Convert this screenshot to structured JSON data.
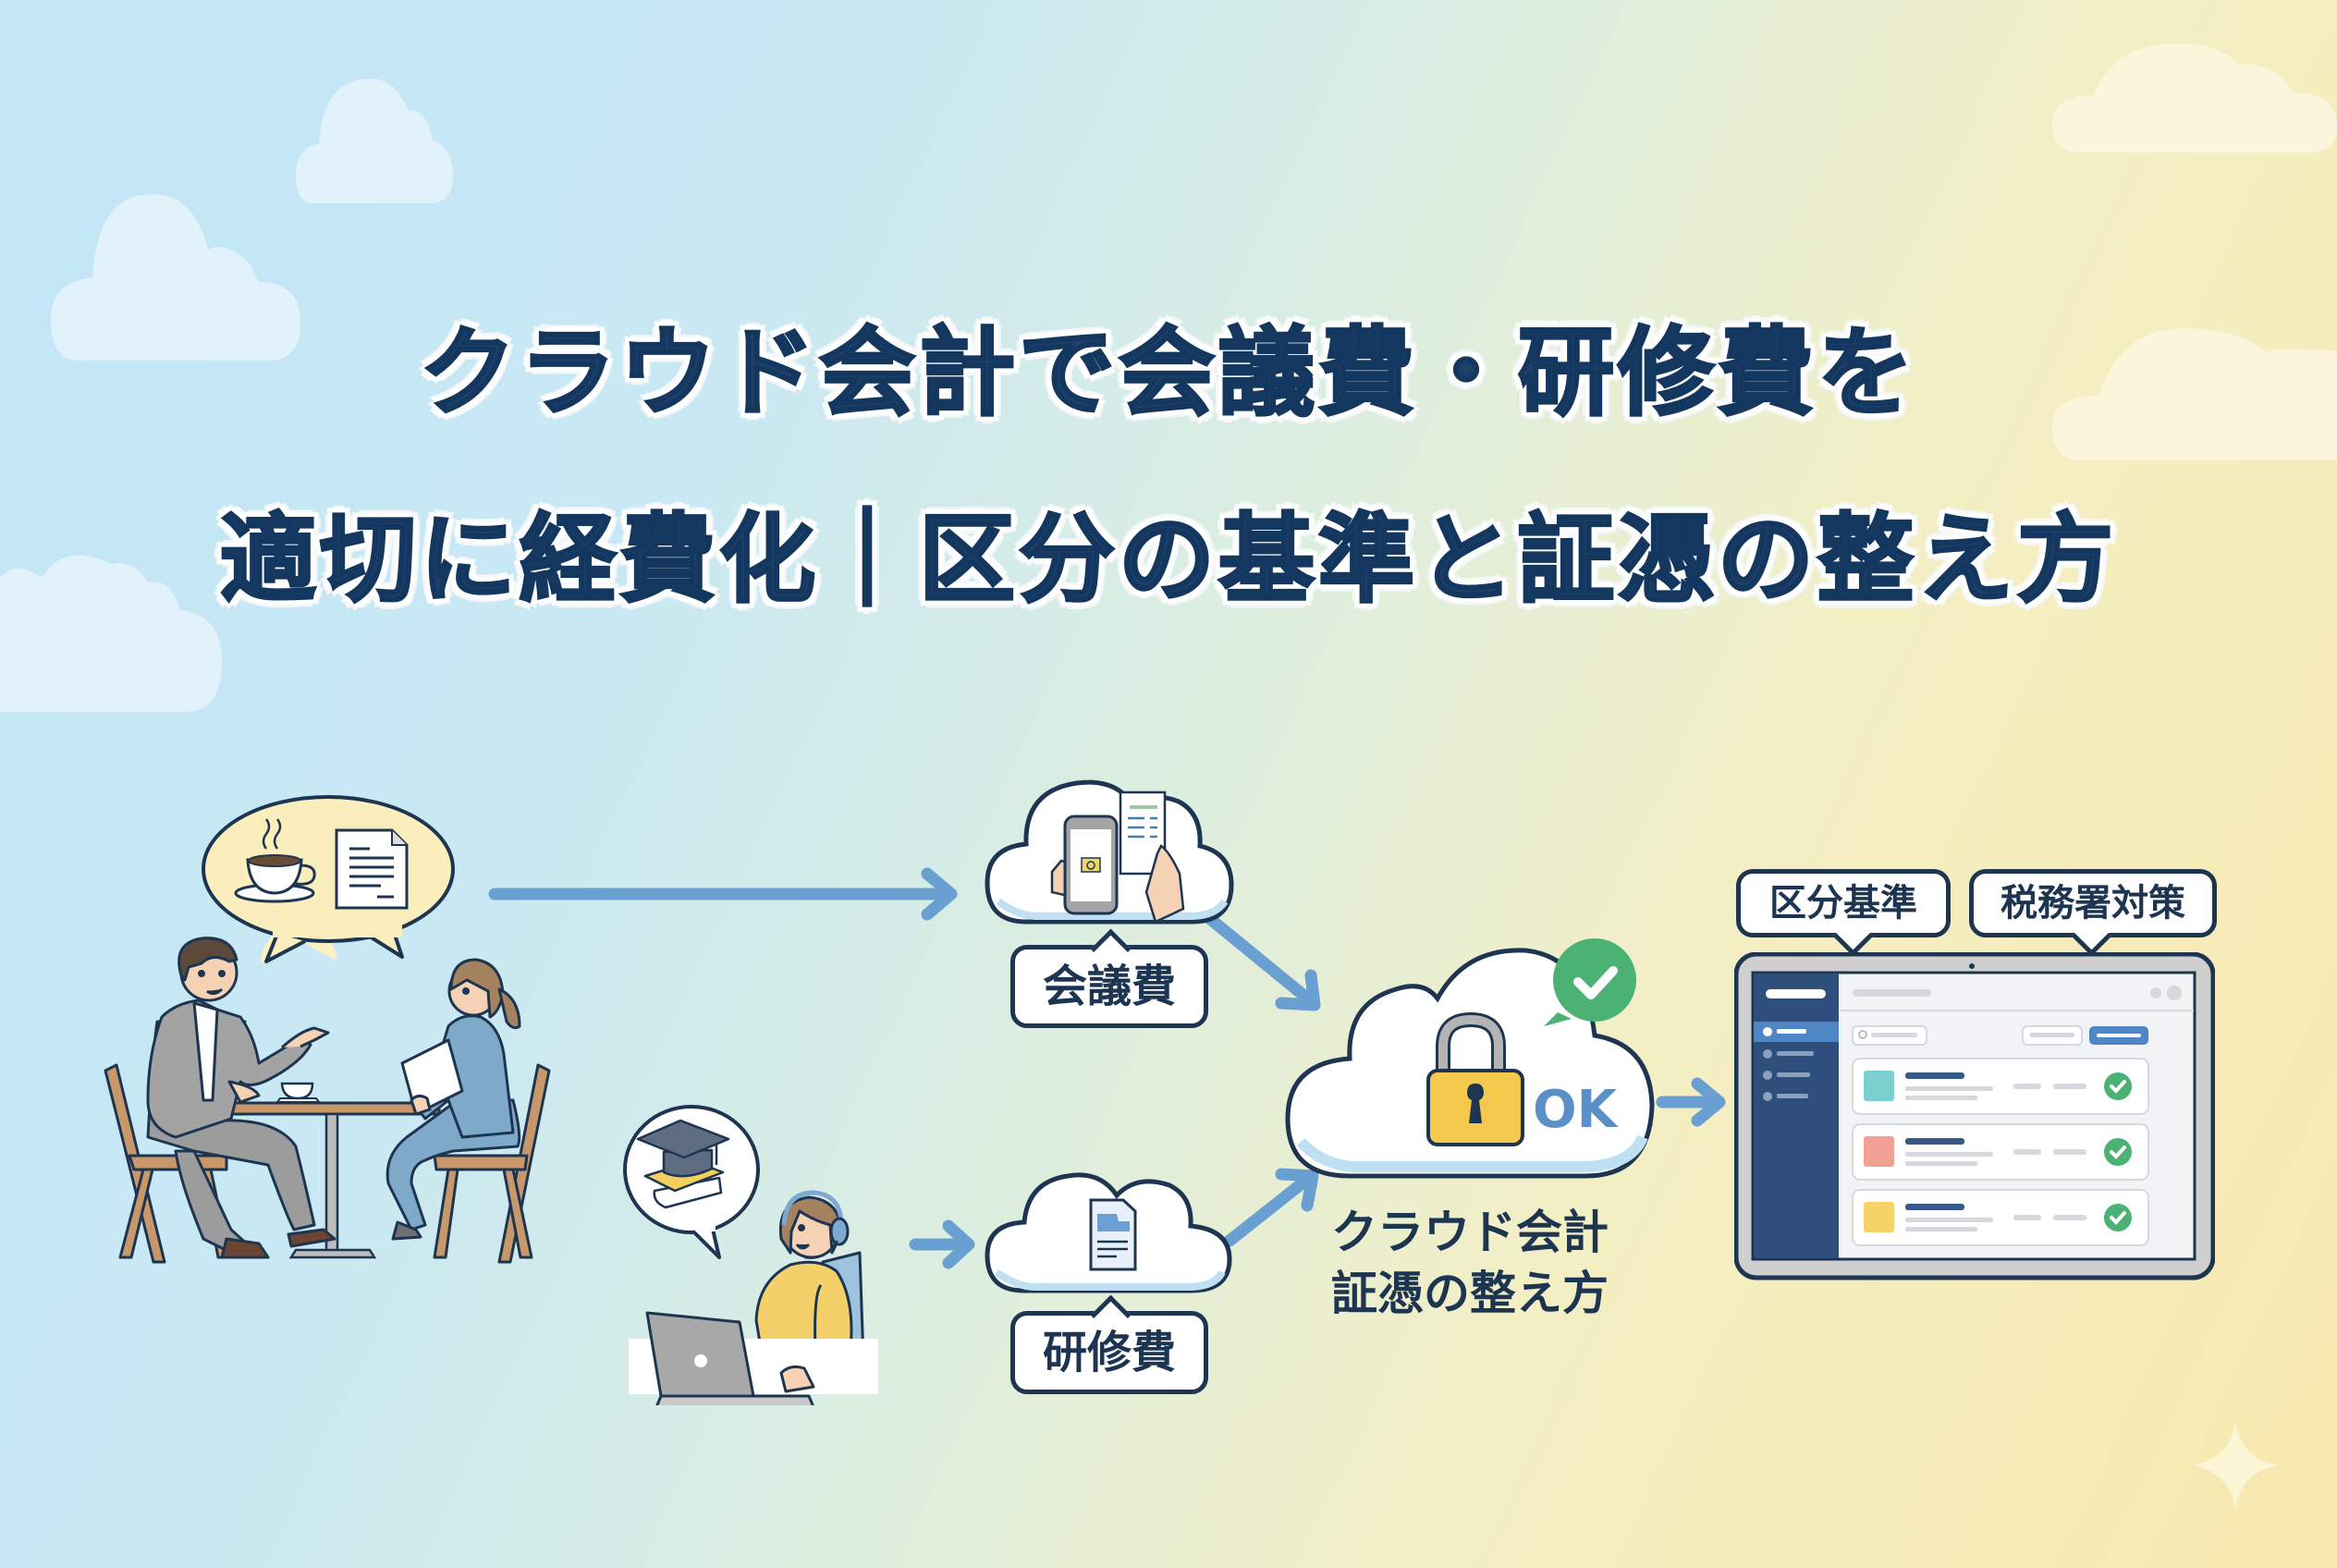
{
  "title": {
    "line1": "クラウド会計で会議費・研修費を",
    "line2": "適切に経費化｜区分の基準と証憑の整え方"
  },
  "flow": {
    "meeting": {
      "bubble_icons": [
        "coffee-cup-icon",
        "document-icon"
      ],
      "scene": "two people meeting at a cafe table",
      "cloud_icons": [
        "smartphone-camera-icon",
        "receipt-icon"
      ],
      "label": "会議費"
    },
    "training": {
      "bubble_icons": [
        "graduation-cap-icon",
        "books-icon"
      ],
      "scene": "person with headset using laptop",
      "cloud_icons": [
        "document-icon"
      ],
      "label": "研修費"
    },
    "cloud_accounting": {
      "icons": [
        "padlock-icon",
        "check-bubble-icon"
      ],
      "ok_text": "OK",
      "caption_line1": "クラウド会計",
      "caption_line2": "証憑の整え方"
    },
    "dashboard": {
      "tags": [
        "区分基準",
        "税務署対策"
      ],
      "rows": [
        {
          "color": "#7ccfcf",
          "status": "check"
        },
        {
          "color": "#f1a093",
          "status": "check"
        },
        {
          "color": "#f7d267",
          "status": "check"
        }
      ]
    }
  },
  "colors": {
    "navy": "#1d3550",
    "title": "#1d3f68",
    "arrow": "#6a9fd2",
    "green": "#4cb274",
    "lock": "#f5c94e",
    "bg_left": "#c2e6f6",
    "bg_right": "#f8e8ae"
  }
}
